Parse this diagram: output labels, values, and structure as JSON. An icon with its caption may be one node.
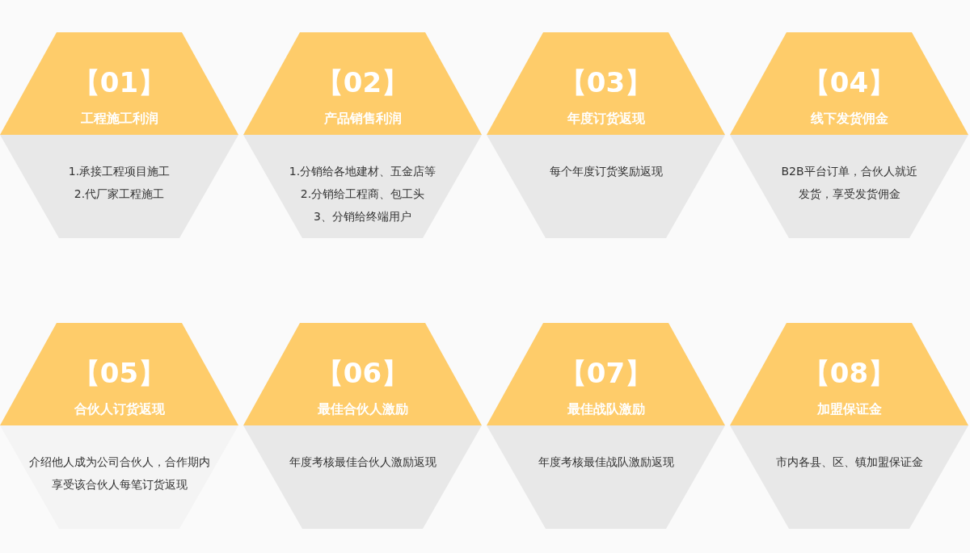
{
  "diagram": {
    "nodes": [
      {
        "text": [
          "【01】",
          "工程施工利润",
          "1.承接工程项目施工",
          "2.代厂家工程施工"
        ]
      },
      {
        "text": [
          "【02】",
          "产品销售利润",
          "1.分销给各地建材、五金店等",
          "2.分销给工程商、包工头",
          "3、分销给终端用户"
        ]
      },
      {
        "text": [
          "【03】",
          "年度订货返现",
          "每个年度订货奖励返现"
        ]
      },
      {
        "text": [
          "【04】",
          "线下发货佣金",
          "B2B平台订单，合伙人就近发货，享受发货佣金"
        ]
      },
      {
        "text": [
          "【05】",
          "合伙人订货返现",
          "介绍他人成为公司合伙人，合作期内享受该合伙人每笔订货返现"
        ]
      },
      {
        "text": [
          "【06】",
          "最佳合伙人激励",
          "年度考核最佳合伙人激励返现"
        ]
      },
      {
        "text": [
          "【07】",
          "最佳战队激励",
          "年度考核最佳战队激励返现"
        ]
      },
      {
        "text": [
          "【08】",
          "加盟保证金",
          "市内各县、区、镇加盟保证金"
        ]
      }
    ]
  }
}
